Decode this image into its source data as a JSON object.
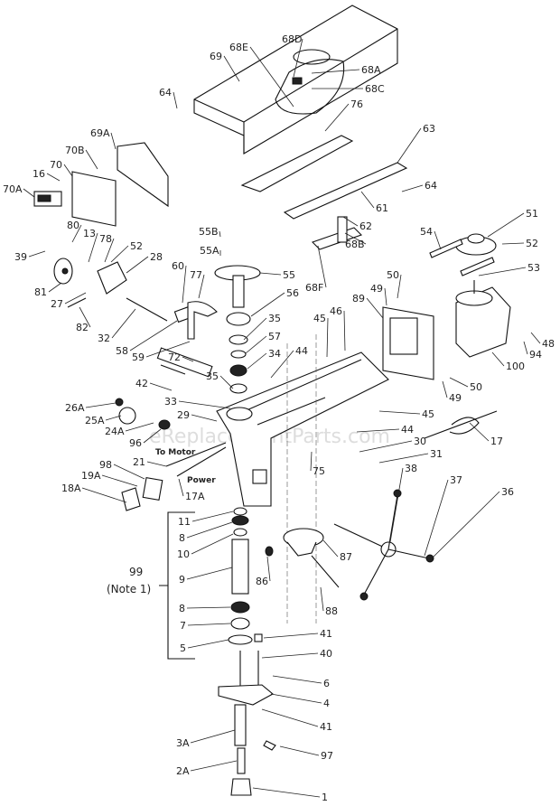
{
  "watermark": "eReplacementParts.com",
  "note": {
    "group_number": "99",
    "group_note": "(Note 1)"
  },
  "wire_labels": {
    "to_motor": "To Motor",
    "power": "Power"
  },
  "labels": [
    "69",
    "68D",
    "68E",
    "68A",
    "68C",
    "64",
    "76",
    "63",
    "64",
    "61",
    "62",
    "68B",
    "68F",
    "69A",
    "70B",
    "70",
    "16",
    "70A",
    "39",
    "80",
    "13",
    "78",
    "52",
    "28",
    "81",
    "27",
    "82",
    "32",
    "58",
    "59",
    "72",
    "60",
    "77",
    "55B",
    "55A",
    "55",
    "56",
    "35",
    "57",
    "34",
    "44",
    "35",
    "45",
    "46",
    "89",
    "49",
    "50",
    "54",
    "51",
    "52",
    "53",
    "48",
    "94",
    "100",
    "50",
    "49",
    "45",
    "17",
    "44",
    "30",
    "31",
    "42",
    "33",
    "29",
    "26A",
    "25A",
    "24A",
    "96",
    "21",
    "17A",
    "98",
    "19A",
    "18A",
    "11",
    "8",
    "10",
    "9",
    "8",
    "7",
    "5",
    "86",
    "87",
    "88",
    "41",
    "40",
    "6",
    "4",
    "41",
    "3A",
    "97",
    "2A",
    "1",
    "38",
    "37",
    "36",
    "75"
  ]
}
